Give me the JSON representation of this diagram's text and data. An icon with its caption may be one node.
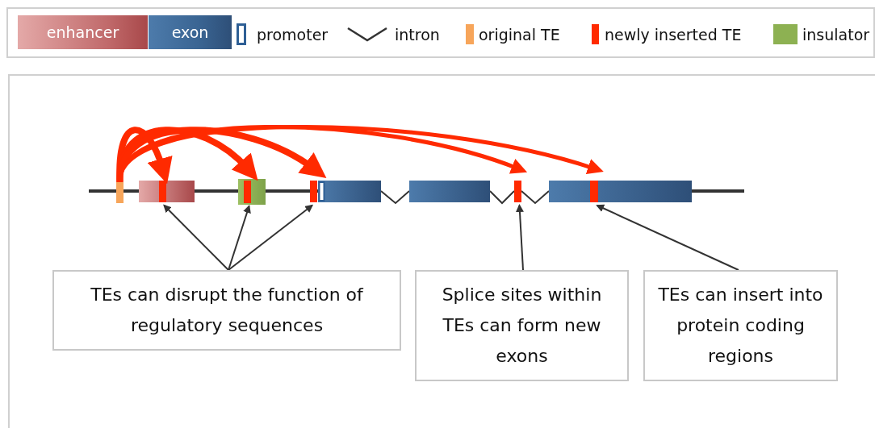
{
  "diagram": {
    "nodes": [
      {
        "text": [],
        "shape": "bar"
      },
      {
        "text": [],
        "shape": "bar"
      },
      {
        "text": [],
        "shape": "bar"
      },
      {
        "text": [],
        "shape": "bar"
      },
      {
        "text": [],
        "shape": "bar"
      },
      {
        "text": [],
        "shape": "bar"
      },
      {
        "text": [
          "TEs can disrupt the function of regulatory sequences"
        ]
      },
      {
        "text": [
          "Splice sites within TEs can form new exons"
        ]
      },
      {
        "text": [
          "TEs can insert into protein coding regions"
        ]
      }
    ],
    "edges": [
      {
        "from": 0,
        "to": 1,
        "arrow": "to",
        "style": "thick",
        "color": "#ff2a00"
      },
      {
        "from": 0,
        "to": 2,
        "arrow": "to",
        "style": "thick",
        "color": "#ff2a00"
      },
      {
        "from": 0,
        "to": 3,
        "arrow": "to",
        "style": "thick",
        "color": "#ff2a00"
      },
      {
        "from": 0,
        "to": 4,
        "arrow": "to",
        "style": "thick",
        "color": "#ff2a00"
      },
      {
        "from": 0,
        "to": 5,
        "arrow": "to",
        "style": "thick",
        "color": "#ff2a00"
      },
      {
        "from": 6,
        "to": 1,
        "arrow": "to",
        "color": "#333333"
      },
      {
        "from": 6,
        "to": 2,
        "arrow": "to",
        "color": "#333333"
      },
      {
        "from": 6,
        "to": 3,
        "arrow": "to",
        "color": "#333333"
      },
      {
        "from": 7,
        "to": 4,
        "arrow": "to",
        "color": "#333333"
      },
      {
        "from": 8,
        "to": 5,
        "arrow": "to",
        "color": "#333333"
      }
    ],
    "legend": [
      {
        "text": "enhancer",
        "color": "#c0696a"
      },
      {
        "text": "exon",
        "color": "#3a6593"
      },
      {
        "text": "promoter"
      },
      {
        "text": "intron"
      },
      {
        "text": "original TE",
        "color": "#f7a55a"
      },
      {
        "text": "newly inserted TE",
        "color": "#ff2a00"
      },
      {
        "text": "insulator",
        "color": "#8db152"
      }
    ]
  }
}
